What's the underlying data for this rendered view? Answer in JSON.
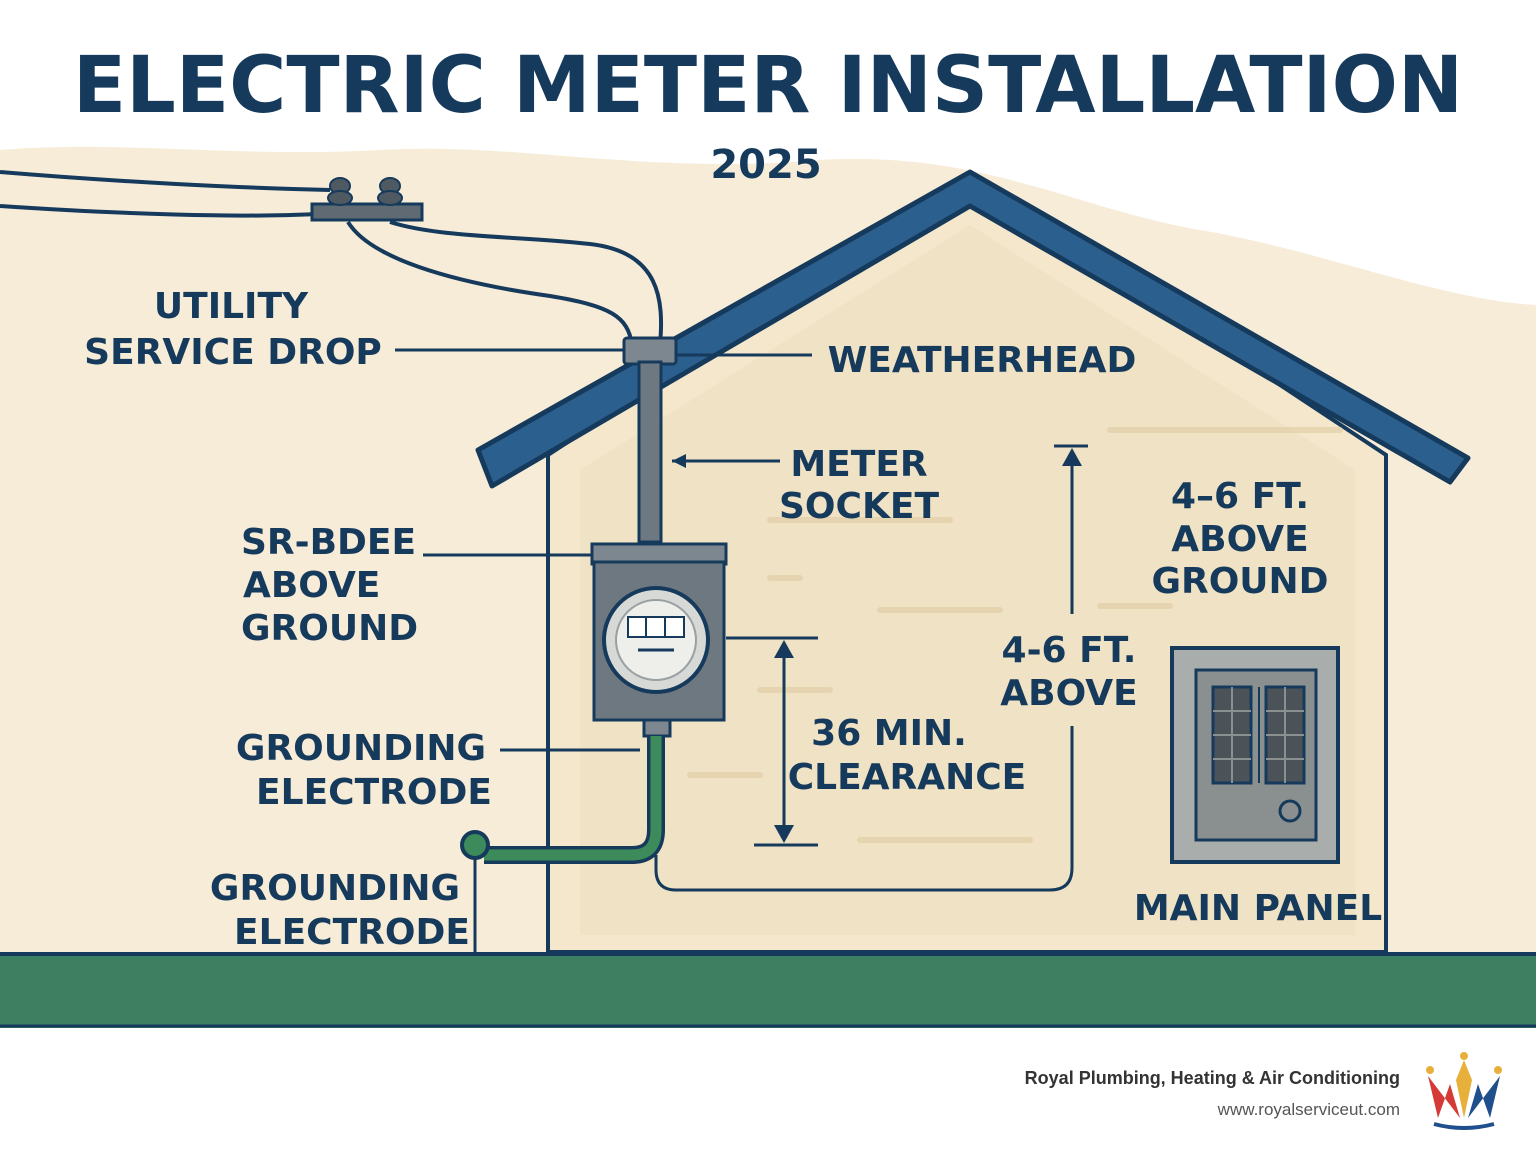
{
  "title": "ELECTRIC METER INSTALLATION",
  "subtitle": "2025",
  "labels": {
    "utility_service_drop": [
      "UTILITY",
      "SERVICE DROP"
    ],
    "weatherhead": "WEATHERHEAD",
    "meter_socket": [
      "METER",
      "SOCKET"
    ],
    "sr_bdee": [
      "SR-BDEE",
      "ABOVE",
      "GROUND"
    ],
    "grounding_electrode_1": [
      "GROUNDING",
      "ELECTRODE"
    ],
    "grounding_electrode_2": [
      "GROUNDING",
      "ELECTRODE"
    ],
    "clearance": [
      "36 MIN.",
      "CLEARANCE"
    ],
    "height_above": [
      "4-6 FT.",
      "ABOVE"
    ],
    "height_above_ground": [
      "4–6 FT.",
      "ABOVE",
      "GROUND"
    ],
    "main_panel": "MAIN PANEL"
  },
  "footer": {
    "company": "Royal Plumbing, Heating & Air Conditioning",
    "url": "www.royalserviceut.com"
  },
  "colors": {
    "navy": "#163a5c",
    "roof_blue": "#2a5f8e",
    "wall_beige": "#f5e7cc",
    "background_beige": "#f7ecd8",
    "ground_green": "#3e7f62",
    "ground_wire_green": "#3d8a5b",
    "meter_gray": "#6e7880"
  },
  "icons": [
    "crown-logo-icon"
  ]
}
